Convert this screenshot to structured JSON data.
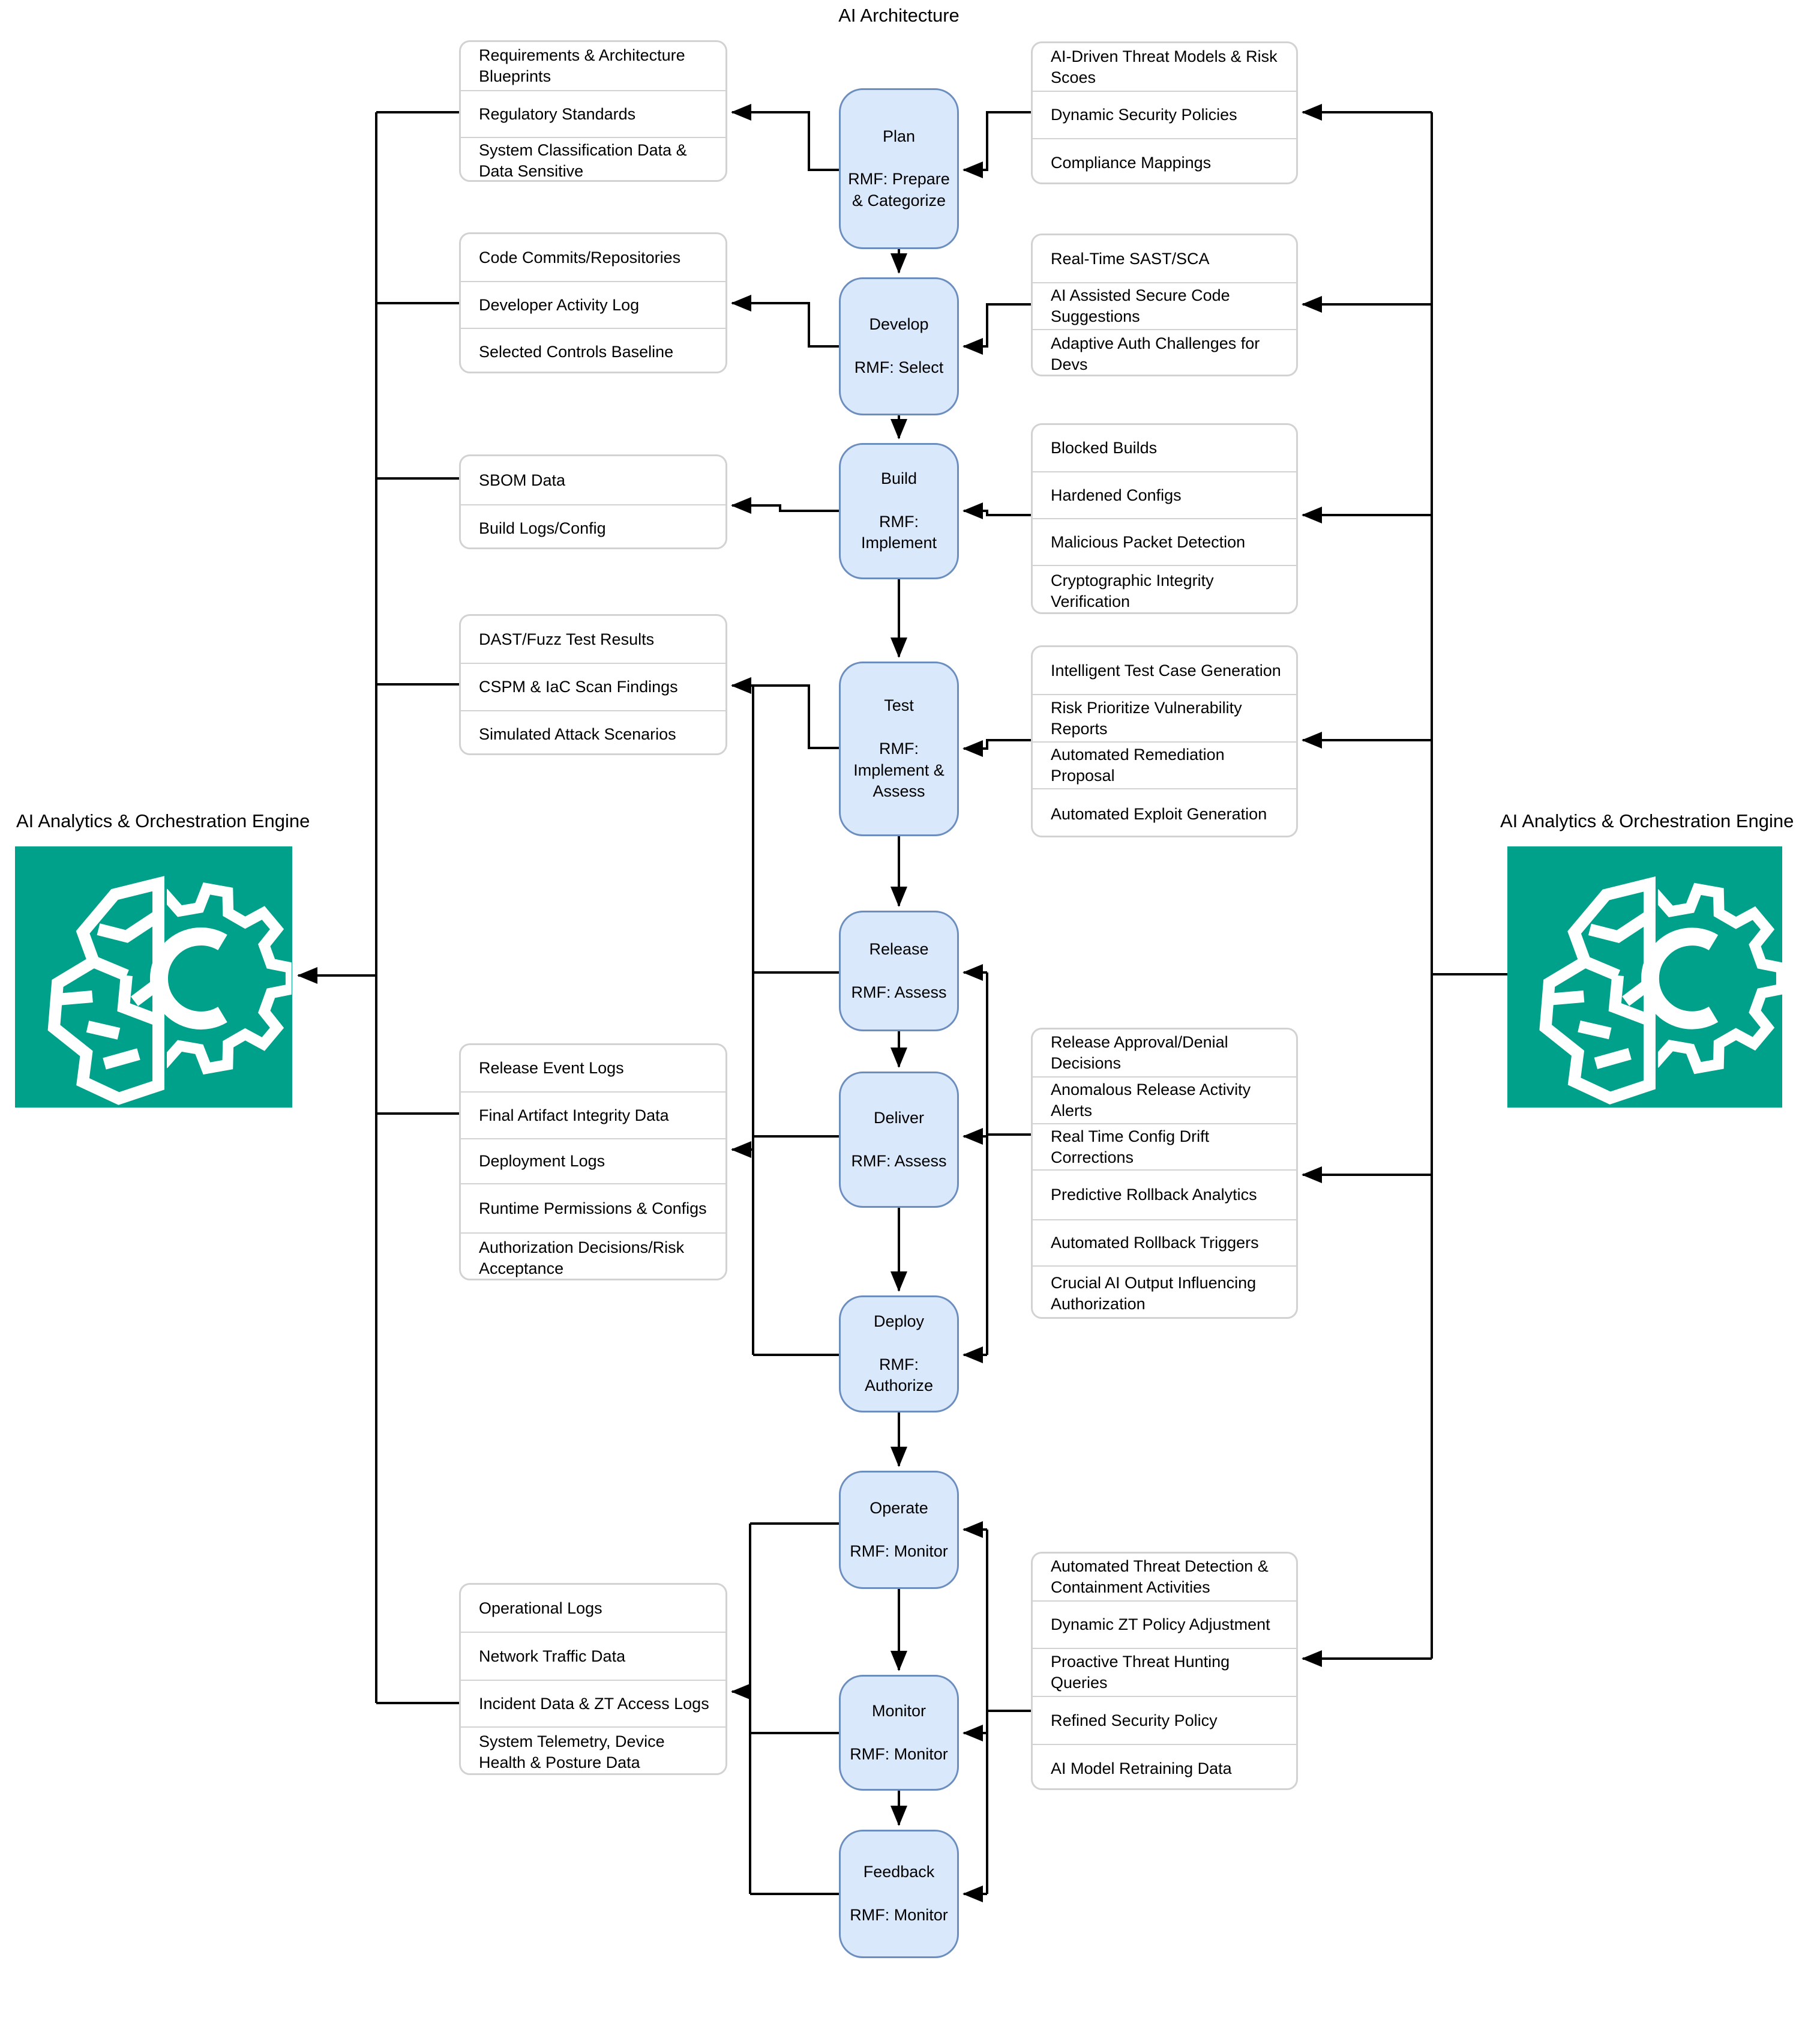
{
  "title": "AI Architecture",
  "engine_label": "AI Analytics & Orchestration Engine",
  "colors": {
    "stage-fill": "#dae8fc",
    "stage-border": "#6c8ebf",
    "engine-green": "#00a18b",
    "group-border": "#d2d2d2",
    "connector": "#000000"
  },
  "stages": [
    {
      "name": "Plan",
      "rmf": "RMF: Prepare & Categorize"
    },
    {
      "name": "Develop",
      "rmf": "RMF: Select"
    },
    {
      "name": "Build",
      "rmf": "RMF: Implement"
    },
    {
      "name": "Test",
      "rmf": "RMF: Implement & Assess"
    },
    {
      "name": "Release",
      "rmf": "RMF: Assess"
    },
    {
      "name": "Deliver",
      "rmf": "RMF: Assess"
    },
    {
      "name": "Deploy",
      "rmf": "RMF: Authorize"
    },
    {
      "name": "Operate",
      "rmf": "RMF: Monitor"
    },
    {
      "name": "Monitor",
      "rmf": "RMF: Monitor"
    },
    {
      "name": "Feedback",
      "rmf": "RMF: Monitor"
    }
  ],
  "left_groups": [
    {
      "items": [
        "Requirements & Architecture Blueprints",
        "Regulatory Standards",
        "System Classification Data & Data Sensitive"
      ]
    },
    {
      "items": [
        "Code Commits/Repositories",
        "Developer Activity Log",
        "Selected Controls Baseline"
      ]
    },
    {
      "items": [
        "SBOM Data",
        "Build Logs/Config"
      ]
    },
    {
      "items": [
        "DAST/Fuzz Test Results",
        "CSPM & IaC Scan Findings",
        "Simulated Attack Scenarios"
      ]
    },
    {
      "items": [
        "Release Event Logs",
        "Final Artifact Integrity Data",
        "Deployment Logs",
        "Runtime Permissions & Configs",
        "Authorization Decisions/Risk Acceptance"
      ]
    },
    {
      "items": [
        "Operational Logs",
        "Network Traffic Data",
        "Incident Data & ZT Access Logs",
        "System Telemetry, Device Health & Posture Data"
      ]
    }
  ],
  "right_groups": [
    {
      "items": [
        "AI-Driven Threat Models & Risk Scoes",
        "Dynamic Security Policies",
        "Compliance Mappings"
      ]
    },
    {
      "items": [
        "Real-Time SAST/SCA",
        "AI Assisted Secure Code Suggestions",
        "Adaptive Auth Challenges for Devs"
      ]
    },
    {
      "items": [
        "Blocked Builds",
        "Hardened Configs",
        "Malicious Packet Detection",
        "Cryptographic Integrity Verification"
      ]
    },
    {
      "items": [
        "Intelligent Test Case Generation",
        "Risk Prioritize Vulnerability Reports",
        "Automated Remediation Proposal",
        "Automated Exploit Generation"
      ]
    },
    {
      "items": [
        "Release Approval/Denial Decisions",
        "Anomalous Release Activity Alerts",
        "Real Time Config Drift Corrections",
        "Predictive Rollback Analytics",
        "Automated Rollback Triggers",
        "Crucial AI Output Influencing Authorization"
      ]
    },
    {
      "items": [
        "Automated Threat Detection & Containment Activities",
        "Dynamic ZT Policy Adjustment",
        "Proactive Threat Hunting Queries",
        "Refined Security Policy",
        "AI Model Retraining Data"
      ]
    }
  ]
}
